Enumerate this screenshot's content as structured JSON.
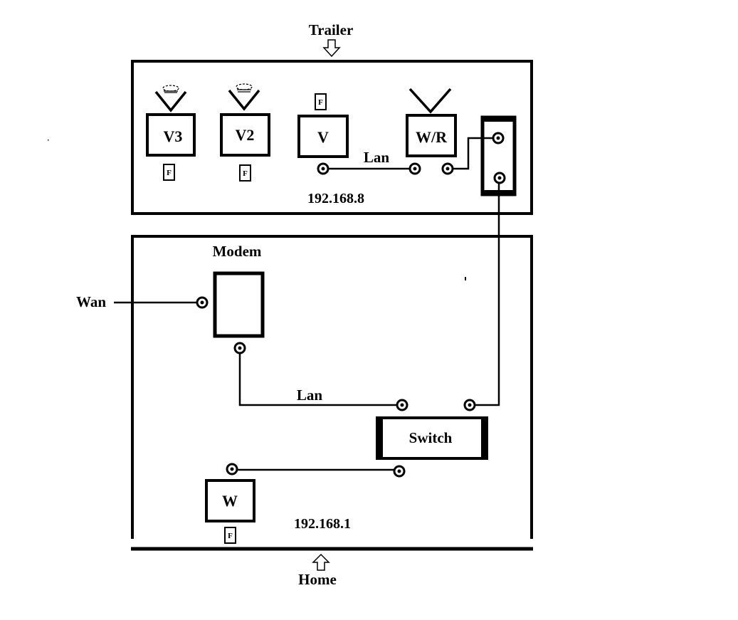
{
  "labels": {
    "trailer": "Trailer",
    "home": "Home",
    "wan": "Wan",
    "modem": "Modem",
    "lan_trailer": "Lan",
    "lan_home": "Lan",
    "trailer_subnet": "192.168.8",
    "home_subnet": "192.168.1"
  },
  "devices": {
    "v3": "V3",
    "v2": "V2",
    "v": "V",
    "wr": "W/R",
    "switch": "Switch",
    "w": "W"
  },
  "tags": {
    "f": "F"
  },
  "icons": {
    "arrow_down": "arrow-down-icon",
    "arrow_up": "arrow-up-icon",
    "antenna": "antenna-icon",
    "dish": "dish-icon"
  }
}
